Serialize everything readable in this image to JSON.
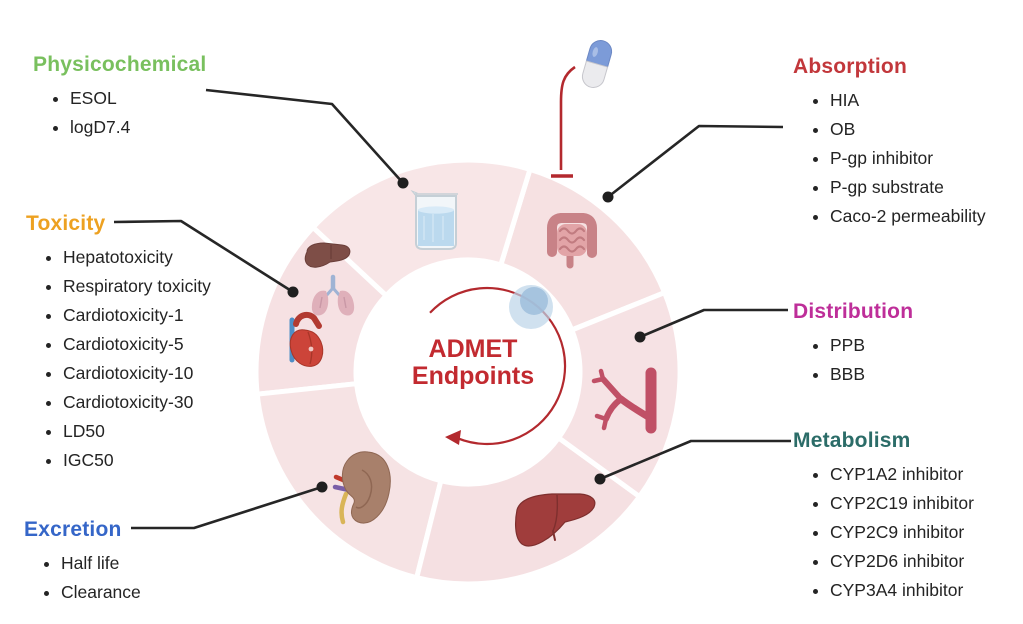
{
  "diagram_title": "ADMET Endpoints",
  "center": {
    "line1": "ADMET",
    "line2": "Endpoints"
  },
  "sections": {
    "physicochemical": {
      "label": "Physicochemical",
      "color": "#79C05E",
      "items": [
        "ESOL",
        "logD7.4"
      ]
    },
    "absorption": {
      "label": "Absorption",
      "color": "#C2373B",
      "items": [
        "HIA",
        "OB",
        "P-gp inhibitor",
        "P-gp substrate",
        "Caco-2 permeability"
      ]
    },
    "toxicity": {
      "label": "Toxicity",
      "color": "#EDA121",
      "items": [
        "Hepatotoxicity",
        "Respiratory toxicity",
        "Cardiotoxicity-1",
        "Cardiotoxicity-5",
        "Cardiotoxicity-10",
        "Cardiotoxicity-30",
        "LD50",
        "IGC50"
      ]
    },
    "distribution": {
      "label": "Distribution",
      "color": "#BE2E99",
      "items": [
        "PPB",
        "BBB"
      ]
    },
    "metabolism": {
      "label": "Metabolism",
      "color": "#2B6C68",
      "items": [
        "CYP1A2 inhibitor",
        "CYP2C19 inhibitor",
        "CYP2C9 inhibitor",
        "CYP2D6 inhibitor",
        "CYP3A4 inhibitor"
      ]
    },
    "excretion": {
      "label": "Excretion",
      "color": "#3566C8",
      "items": [
        "Half life",
        "Clearance"
      ]
    }
  },
  "icons": [
    "pill-icon",
    "inhibition-arrow-icon",
    "beaker-icon",
    "intestine-icon",
    "liver-toxicity-icon",
    "lungs-icon",
    "heart-icon",
    "kidney-icon",
    "blood-vessel-icon",
    "liver-metabolism-icon",
    "cycle-arrow-icon",
    "droplet-bubble-icon"
  ],
  "colors": {
    "accent_red": "#C22A30",
    "callout_line": "#262626",
    "segment_pink": "#F6E1E3",
    "background": "#FFFFFF"
  }
}
